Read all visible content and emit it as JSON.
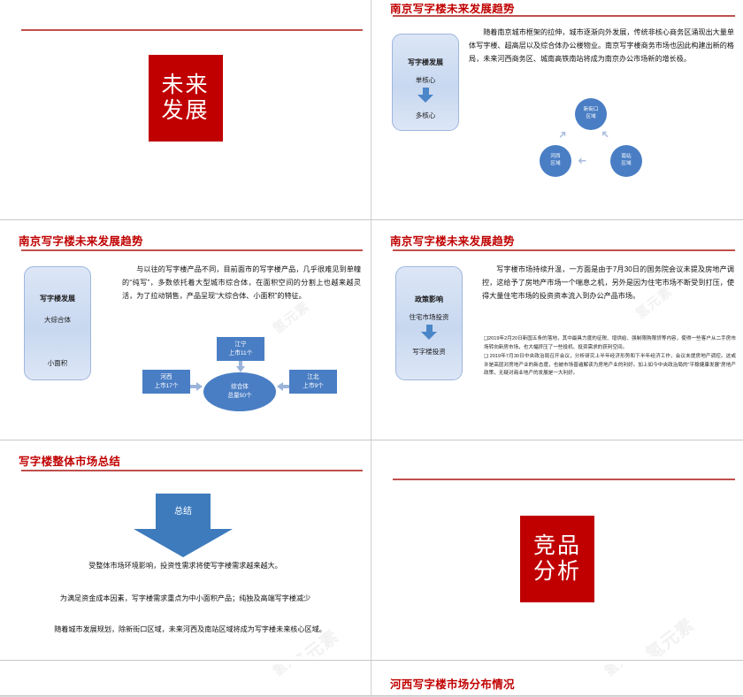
{
  "watermark": "氢元素",
  "slides": [
    {
      "id": "slide-1",
      "kind": "cover",
      "title": "",
      "cover_lines": [
        "未来",
        "发展"
      ],
      "cover_color": "#c00000"
    },
    {
      "id": "slide-2",
      "kind": "content-circles",
      "title": "南京写字楼未来发展趋势",
      "capsule": {
        "heading": "写字楼发展",
        "from": "单核心",
        "to": "多核心",
        "has_arrow": true
      },
      "paragraph": "随着南京城市框架的拉伸，城市逐渐向外发展，传统非核心商务区涌现出大量单体写字楼、超高层以及综合体办公楼物业。南京写字楼商务市场也因此构建出新的格局，未来河西商务区、城南高铁南站将成为南京办公市场新的增长极。",
      "diagram": {
        "type": "circles",
        "nodes": [
          {
            "label_line1": "新街口",
            "label_line2": "区域"
          },
          {
            "label_line1": "南站",
            "label_line2": "区域"
          },
          {
            "label_line1": "河西",
            "label_line2": "区域"
          }
        ],
        "node_color": "#4a7ec4",
        "arrow_color": "#a8bcdd"
      }
    },
    {
      "id": "slide-3",
      "kind": "content-flow",
      "title": "南京写字楼未来发展趋势",
      "capsule": {
        "heading": "写字楼发展",
        "from": "大综合体",
        "to": "小面积",
        "has_arrow": false
      },
      "paragraph": "与以往的写字楼产品不同，目前面市的写字楼产品，几乎很难见到单幢的“纯写”，多数依托着大型城市综合体，在面积空间的分割上也越来越灵活，为了拉动销售，产品呈现“大综合体、小面积”的特征。",
      "diagram": {
        "type": "flow",
        "top": {
          "name": "江宁",
          "value": "上市11个"
        },
        "left": {
          "name": "河西",
          "value": "上市17个"
        },
        "right": {
          "name": "江北",
          "value": "上市9个"
        },
        "center": {
          "name": "综合体",
          "value": "总量50个"
        },
        "node_color": "#4a7ec4"
      }
    },
    {
      "id": "slide-4",
      "kind": "content-bullets",
      "title": "南京写字楼未来发展趋势",
      "capsule": {
        "heading": "政策影响",
        "from": "住宅市场投资",
        "to": "写字楼投资",
        "has_arrow": true
      },
      "paragraph": "写字楼市场持续升温，一方面是由于7月30日的国务院会议未提及房地产调控，这给予了房地产市场一个喘息之机，另外是因为住宅市场不断受到打压，使得大量住宅市场的投资资本流入到办公产品市场。",
      "bullets": [
        "❑2019年2月20日新国五条的落地，其中最具力度的征税、增供给、强制限购限贷等内容，使得一些客户从二手房市场转向新房市场，也大幅挤压了一些投机、投资需求的获利空间。",
        "❑ 2019年7月30日中央政治局召开会议，分析研究上半年经济形势和下半年经济工作，会议未提房地产调控。这或许是高层对房地产业的新态度，也被市场普遍解读为房地产业的利好。加上如今中央政治局的“平稳健康发展”房地产政策，无疑对商业地产的发展是一大利好。"
      ]
    },
    {
      "id": "slide-5",
      "kind": "summary",
      "title": "写字楼整体市场总结",
      "arrow_label": "总结",
      "arrow_color": "#3d7bbd",
      "summary_lines": [
        "受整体市场环境影响，投资性需求将使写字楼需求越来越大。",
        "为满足资金成本因素，写字楼需求重点为中小面积产品；纯独及高端写字楼减少",
        "随着城市发展规划，除新街口区域，未来河西及南站区域将成为写字楼未来核心区域。"
      ]
    },
    {
      "id": "slide-6",
      "kind": "cover",
      "title": "",
      "cover_lines": [
        "竞品",
        "分析"
      ],
      "cover_color": "#c00000"
    },
    {
      "id": "slide-7",
      "kind": "partial-blank",
      "title": ""
    },
    {
      "id": "slide-8",
      "kind": "partial",
      "title": "河西写字楼市场分布情况"
    }
  ]
}
